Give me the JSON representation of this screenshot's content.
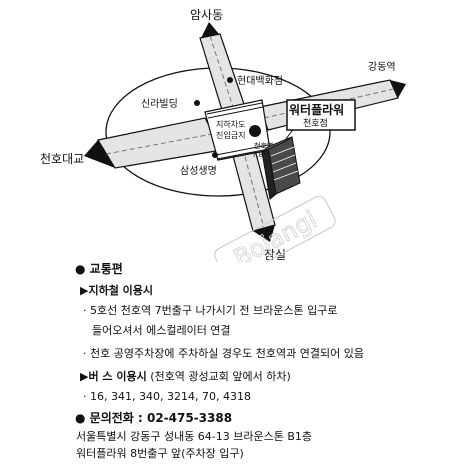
{
  "map": {
    "north_label": "암사동",
    "east_label": "강동역",
    "west_label": "천호대교",
    "south_label": "잠실",
    "landmarks": [
      {
        "label": "현대백화점"
      },
      {
        "label": "신라빌딩"
      },
      {
        "label": "삼성생명"
      }
    ],
    "crossing_line1": "지하차도",
    "crossing_line2": "진입금지",
    "exit_line1": "천호역",
    "exit_line2": "7,8번출구",
    "building_name": "워터플라워",
    "building_sub": "천호점",
    "watermark": "Bojangi"
  },
  "info": {
    "transport_title": "교통편",
    "subway_title": "지하철 이용시",
    "subway_line1": "5호선 천호역 7번출구 나가시기 전 브라운스톤 입구로",
    "subway_line2": "들어오셔서 에스컬레이터 연결",
    "subway_line3": "천호 공영주차장에 주차하실 경우도 천호역과 연결되어 있음",
    "bus_title": "버   스 이용시",
    "bus_note": "(천호역 광성교회 앞에서 하차)",
    "bus_numbers": "16, 341, 340, 3214, 70, 4318",
    "phone_label": "문의전화 : 02-475-3388",
    "address_line1": "서울특별시 강동구 성내동 64-13 브라운스톤 B1층",
    "address_line2": "워터플라워 8번출구 앞(주차장 입구)"
  }
}
